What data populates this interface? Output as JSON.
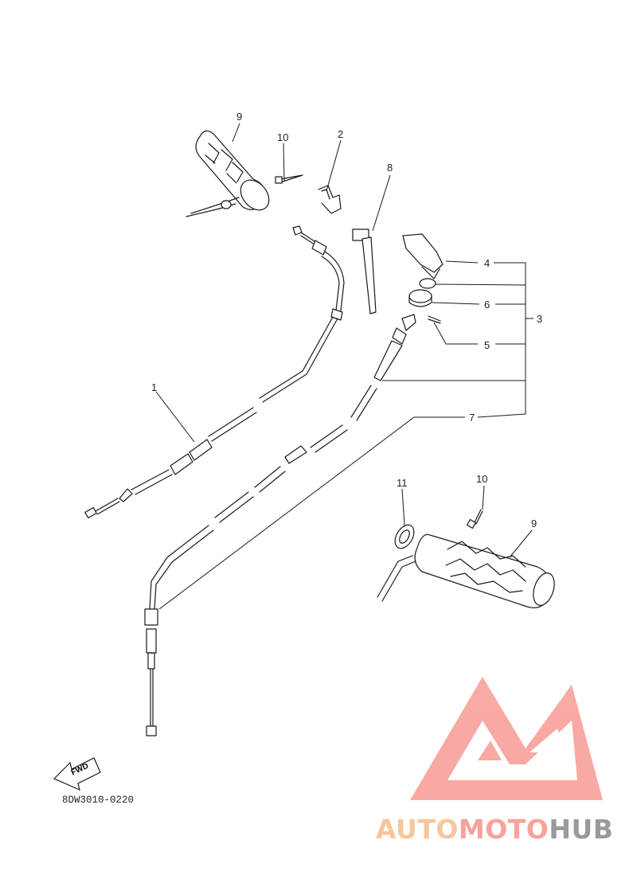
{
  "callouts": {
    "c1": "1",
    "c2": "2",
    "c3": "3",
    "c4": "4",
    "c5": "5",
    "c6": "6",
    "c7": "7",
    "c8": "8",
    "c9_top": "9",
    "c9_bottom": "9",
    "c10_top": "10",
    "c10_bottom": "10",
    "c11": "11"
  },
  "fwd_label": "FWD",
  "diagram_code": "8DW3010-0220",
  "watermark": {
    "part1": "AUTO",
    "part2": "MOTO",
    "part3": "HUB",
    "colors": {
      "auto": "#f6c79b",
      "moto": "#f7a29a",
      "hub": "#9a9a9a",
      "logo": "#f79b94"
    }
  }
}
